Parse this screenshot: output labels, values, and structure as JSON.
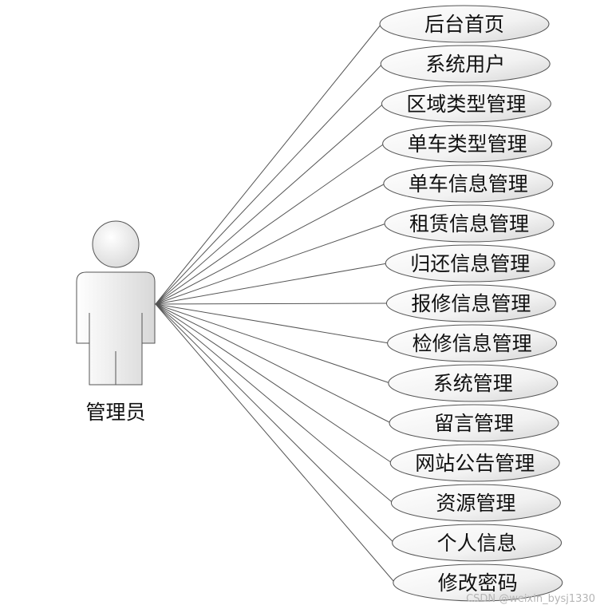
{
  "actor": {
    "label": "管理员"
  },
  "use_cases": [
    "后台首页",
    "系统用户",
    "区域类型管理",
    "单车类型管理",
    "单车信息管理",
    "租赁信息管理",
    "归还信息管理",
    "报修信息管理",
    "检修信息管理",
    "系统管理",
    "留言管理",
    "网站公告管理",
    "资源管理",
    "个人信息",
    "修改密码"
  ],
  "watermark": "CSDN @weixin_bysj1330",
  "colors": {
    "stroke": "#555555",
    "ellipse_fill_light": "#ffffff",
    "ellipse_fill_dark": "#dcdcdc",
    "text": "#111111"
  }
}
